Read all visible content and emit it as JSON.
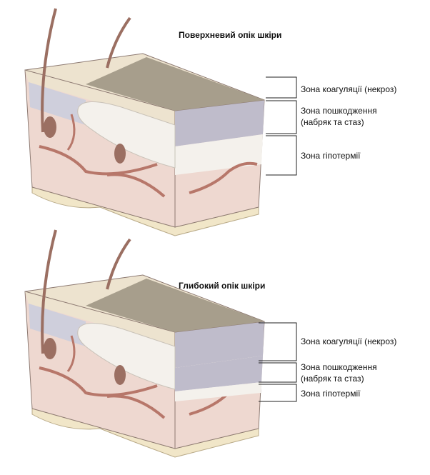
{
  "diagrams": [
    {
      "title": "Поверхневий опік шкіри",
      "zones": {
        "coagulation": "Зона коагуляції (некроз)",
        "stasis_line1": "Зона пошкодження",
        "stasis_line2": "(набряк та стаз)",
        "hyperemia": "Зона гіпотермії"
      }
    },
    {
      "title": "Глибокий опік шкіри",
      "zones": {
        "coagulation": "Зона коагуляції (некроз)",
        "stasis_line1": "Зона пошкодження",
        "stasis_line2": "(набряк та стаз)",
        "hyperemia": "Зона гіпотермії"
      }
    }
  ],
  "colors": {
    "epidermis": "#ede3cf",
    "burn_top": "#a79e8c",
    "coagulation": "#bfbccb",
    "stasis": "#f2efea",
    "hyperemia": "#eed8d0",
    "fat": "#f1e6c8",
    "vessel": "#b7776a"
  }
}
